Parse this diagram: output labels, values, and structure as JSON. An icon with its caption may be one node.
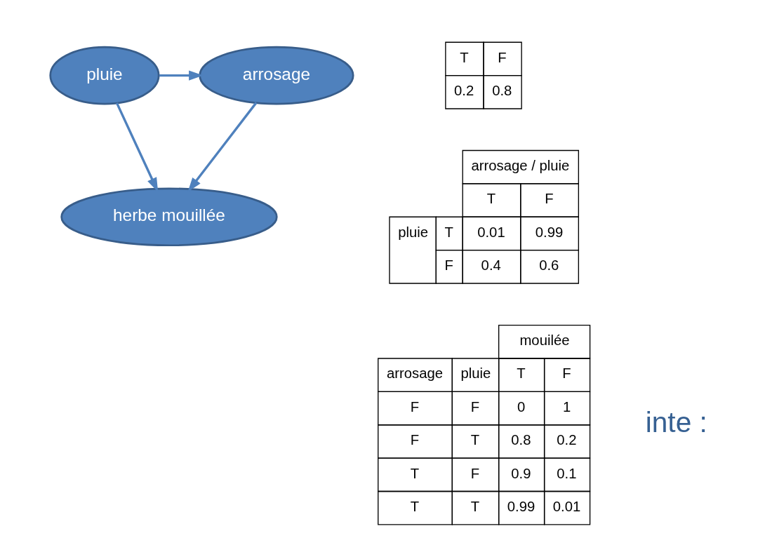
{
  "diagram": {
    "nodes": [
      {
        "text": [
          "pluie"
        ]
      },
      {
        "text": [
          "arrosage"
        ]
      },
      {
        "text": [
          "herbe mouillée"
        ]
      }
    ],
    "edges": [
      {
        "from": 0,
        "to": 1,
        "arrow": "to"
      },
      {
        "from": 0,
        "to": 2,
        "arrow": "to"
      },
      {
        "from": 1,
        "to": 2,
        "arrow": "to"
      }
    ],
    "labels": [
      "T",
      "F",
      "0.2",
      "0.8",
      "arrosage / pluie",
      "T",
      "F",
      "pluie",
      "T",
      "0.01",
      "0.99",
      "F",
      "0.4",
      "0.6",
      "mouilée",
      "arrosage",
      "pluie",
      "T",
      "F",
      "F",
      "F",
      "0",
      "1",
      "F",
      "T",
      "0.8",
      "0.2",
      "T",
      "F",
      "0.9",
      "0.1",
      "T",
      "T",
      "0.99",
      "0.01",
      "inte :"
    ]
  }
}
